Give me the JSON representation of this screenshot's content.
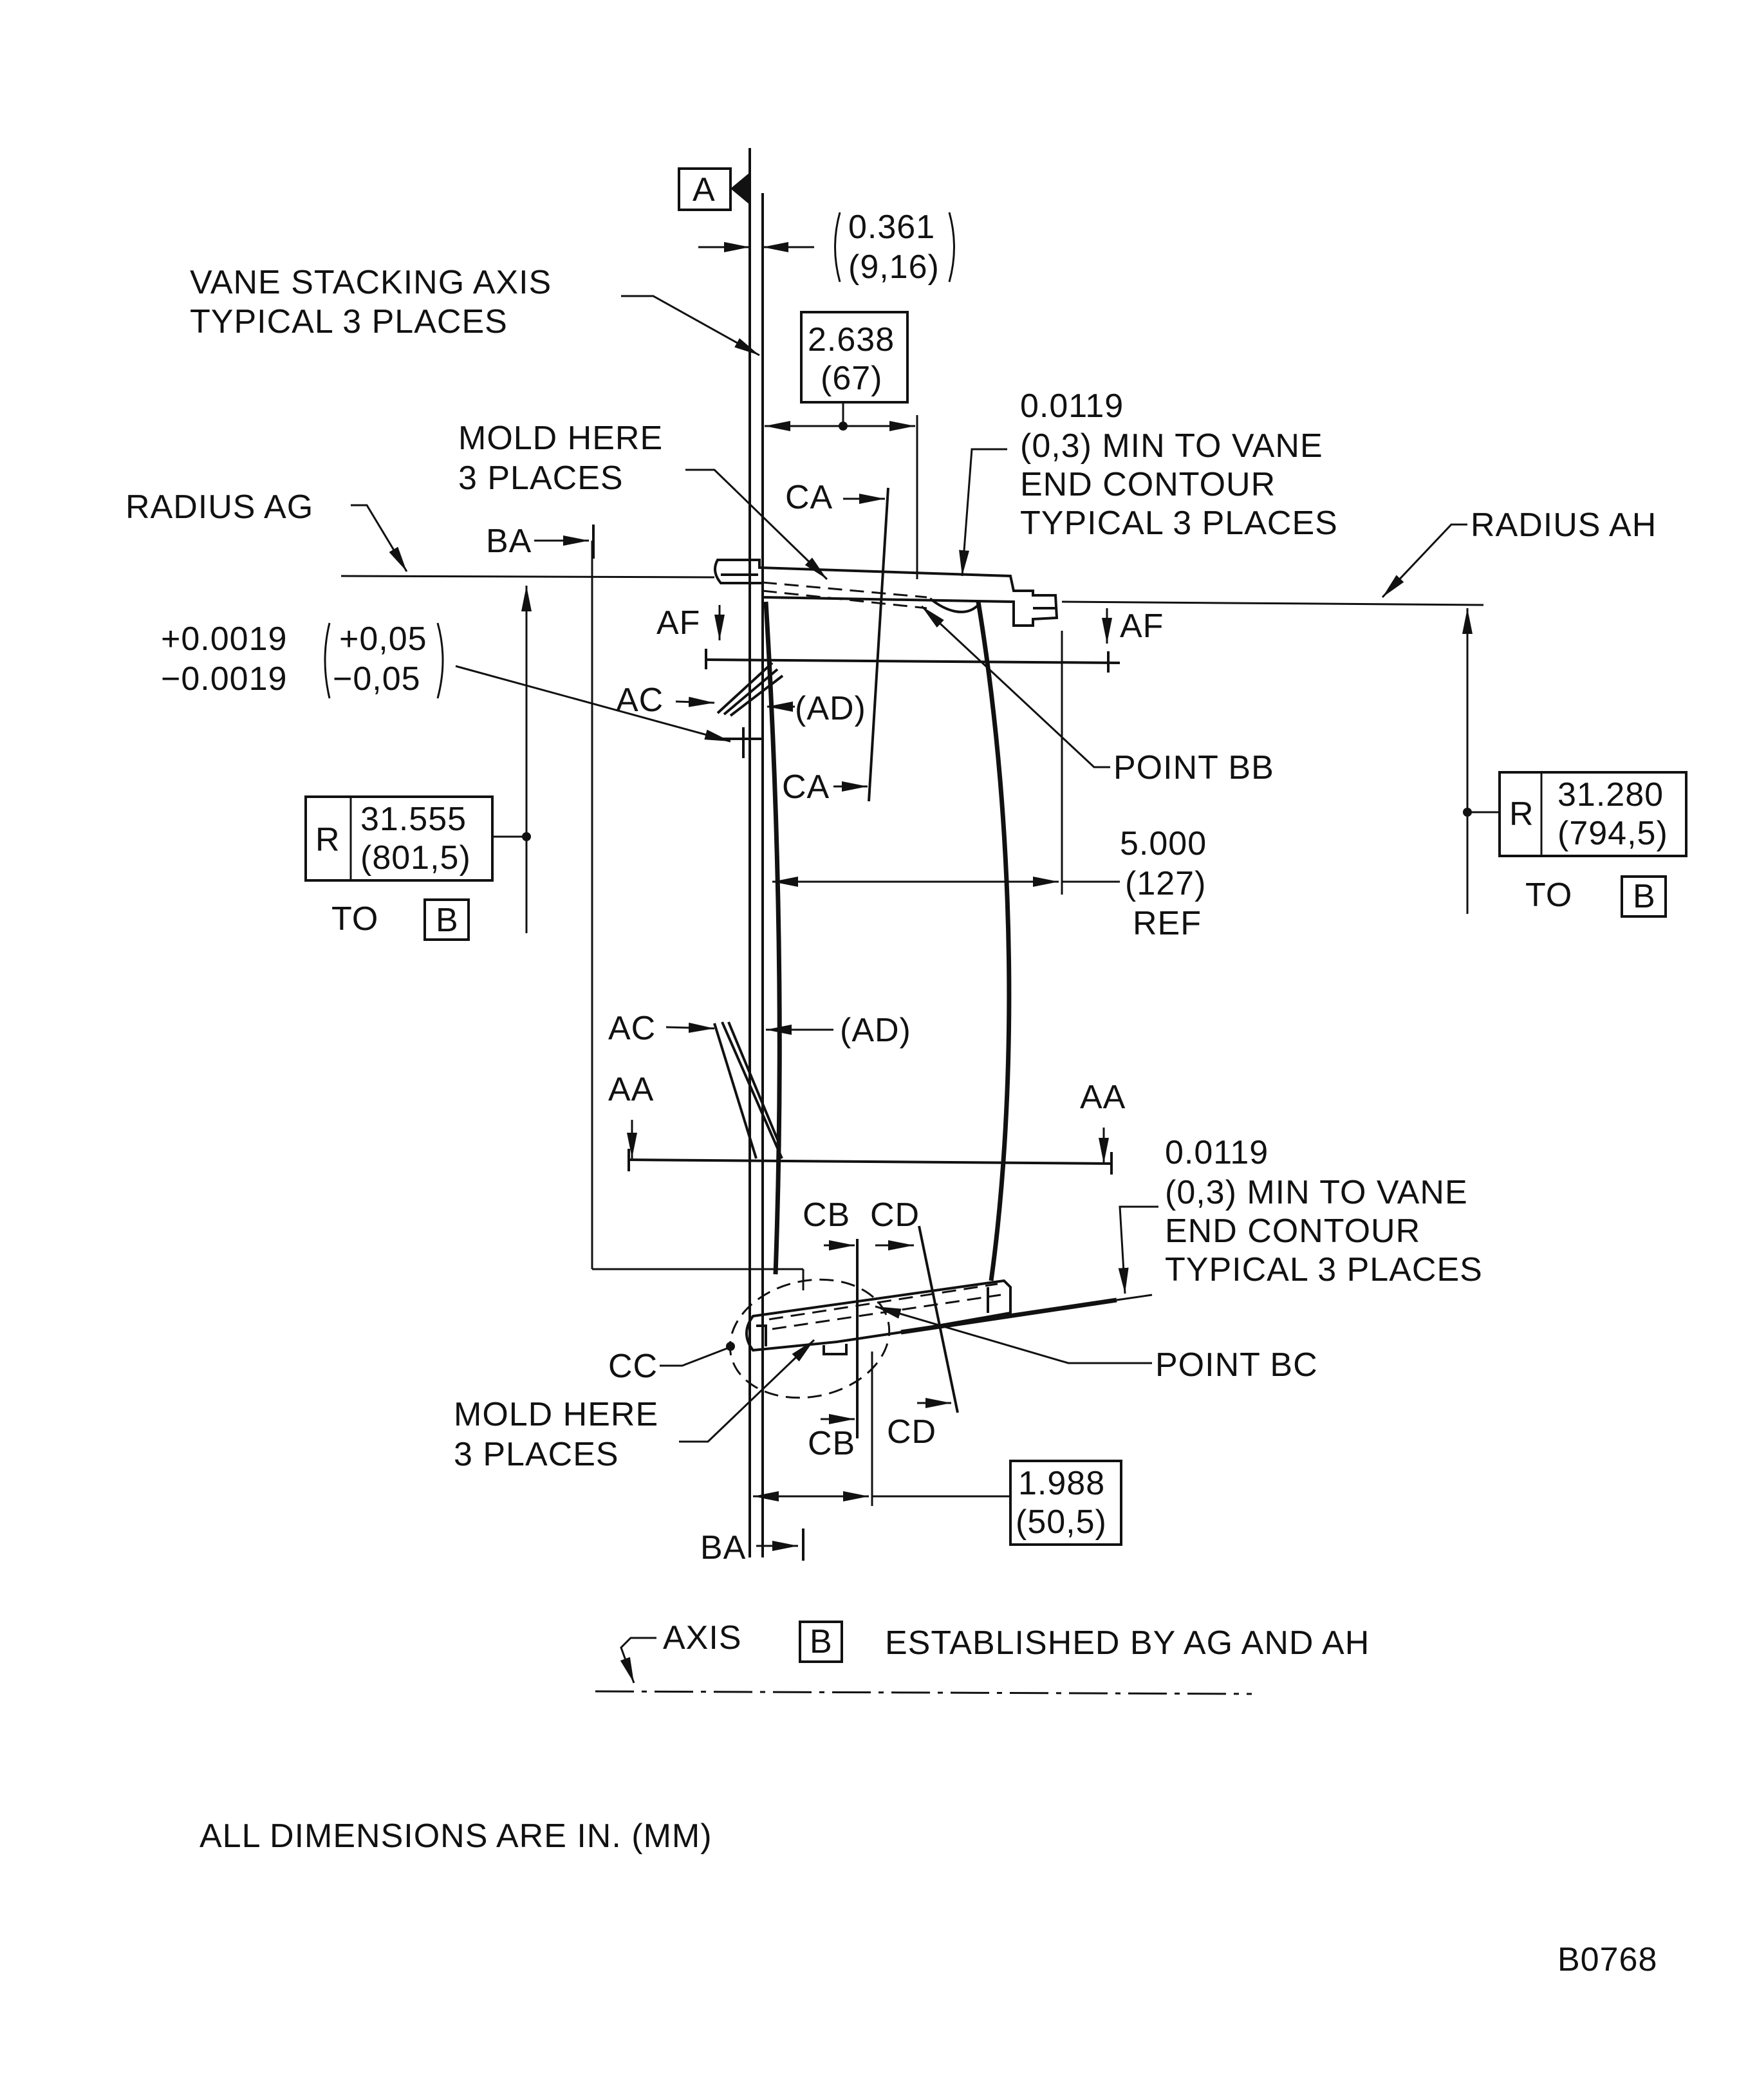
{
  "datum_a": "A",
  "dim_0361": {
    "in": "0.361",
    "mm": "(9,16)"
  },
  "vane_stacking_axis": {
    "line1": "VANE STACKING AXIS",
    "line2": "TYPICAL 3 PLACES"
  },
  "dim_2638": {
    "in": "2.638",
    "mm": "(67)"
  },
  "note_top": {
    "l1": "0.0119",
    "l2": "(0,3) MIN TO VANE",
    "l3": "END CONTOUR",
    "l4": "TYPICAL 3 PLACES"
  },
  "mold_top": {
    "l1": "MOLD HERE",
    "l2": "3 PLACES"
  },
  "radius_ag": "RADIUS AG",
  "radius_ah": "RADIUS AH",
  "labels": {
    "ba": "BA",
    "ca": "CA",
    "af": "AF",
    "ac": "AC",
    "ad": "(AD)",
    "aa": "AA",
    "cb": "CB",
    "cd": "CD",
    "cc": "CC",
    "point_bb": "POINT BB",
    "point_bc": "POINT BC"
  },
  "tolerance": {
    "plus_in": "+0.0019",
    "minus_in": "−0.0019",
    "plus_mm": "+0,05",
    "minus_mm": "−0,05"
  },
  "radius_left": {
    "r": "R",
    "in": "31.555",
    "mm": "(801,5)",
    "to": "TO",
    "datum": "B"
  },
  "radius_right": {
    "r": "R",
    "in": "31.280",
    "mm": "(794,5)",
    "to": "TO",
    "datum": "B"
  },
  "dim_5000": {
    "in": "5.000",
    "mm": "(127)",
    "ref": "REF"
  },
  "note_bottom": {
    "l1": "0.0119",
    "l2": "(0,3) MIN TO VANE",
    "l3": "END CONTOUR",
    "l4": "TYPICAL 3 PLACES"
  },
  "mold_bottom": {
    "l1": "MOLD HERE",
    "l2": "3 PLACES"
  },
  "dim_1988": {
    "in": "1.988",
    "mm": "(50,5)"
  },
  "axis_note": {
    "axis": "AXIS",
    "datum": "B",
    "text": "ESTABLISHED BY AG AND AH"
  },
  "footer_note": "ALL DIMENSIONS ARE IN. (MM)",
  "drawing_id": "B0768"
}
